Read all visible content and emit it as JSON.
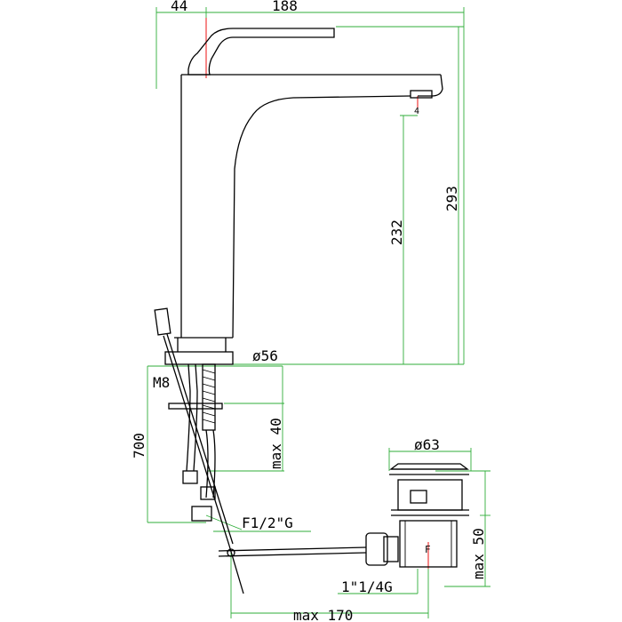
{
  "colors": {
    "outline": "#000000",
    "dimension_line": "#2fae3a",
    "center_line": "#ee1111",
    "background": "#ffffff"
  },
  "dimensions": {
    "top_left": "44",
    "top_right": "188",
    "total_height": "293",
    "spout_height": "232",
    "base_diameter": "ø56",
    "thread": "M8",
    "max_length": "max 40",
    "hose_length": "700",
    "hose_connection": "F1/2\"G",
    "waste_diameter": "ø63",
    "waste_max": "max 50",
    "waste_thread": "1\"1/4G",
    "max_reach": "max 170",
    "waste_label": "F",
    "rotation_label": "4"
  }
}
